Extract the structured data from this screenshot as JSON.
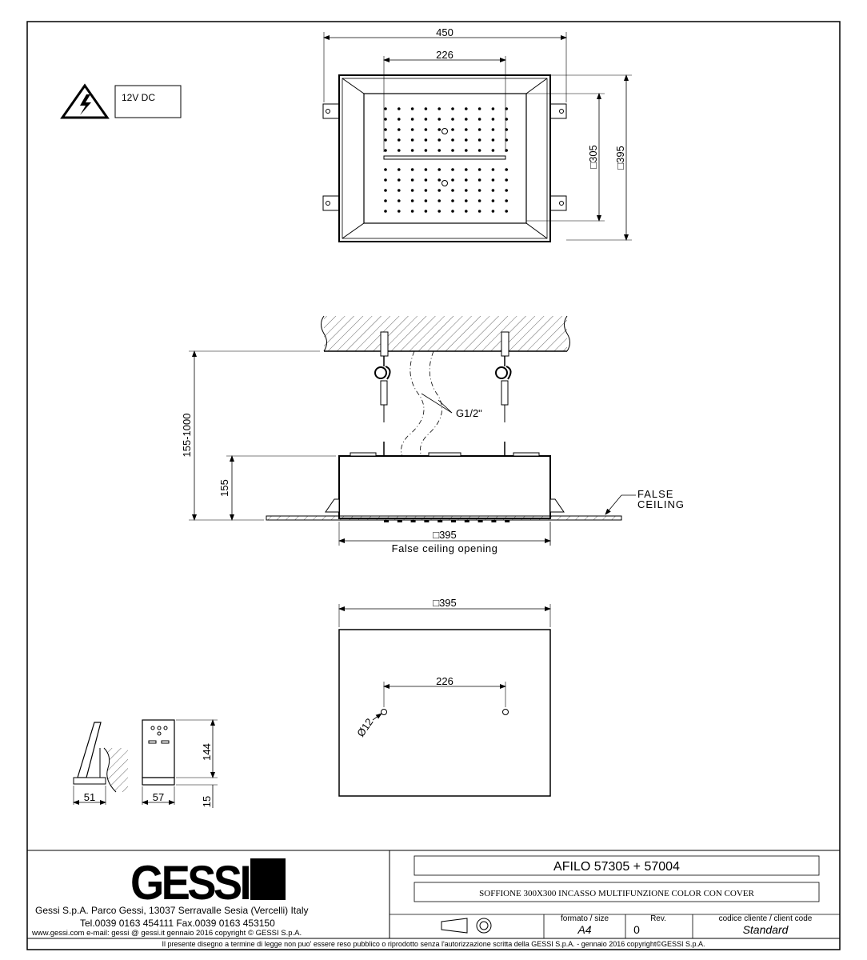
{
  "warning": {
    "voltage": "12V DC",
    "icon": "high-voltage-warning-icon"
  },
  "top_view": {
    "width": "450",
    "inner_spacing": "226",
    "inner_size": "□305",
    "outer_size": "□395"
  },
  "side_view": {
    "suspension_range": "155-1000",
    "height": "155",
    "connection": "G1/2ʺ",
    "false_ceiling": "FALSE",
    "false_ceiling_2": "CEILING",
    "opening_size": "□395",
    "opening_label": "False  ceiling  opening"
  },
  "cover_view": {
    "size": "□395",
    "hole_spacing": "226",
    "hole_diameter": "Ø12"
  },
  "control_views": {
    "depth": "51",
    "width": "57",
    "height": "144",
    "base": "15"
  },
  "title_block": {
    "logo": "GESSI",
    "company_address": "Gessi  S.p.A.  Parco  Gessi,  13037  Serravalle  Sesia  (Vercelli)  Italy",
    "phone_fax": "Tel.0039   0163   454111   Fax.0039   0163   453150",
    "web_line": "www.gessi.com   e-mail:  gessi @ gessi.it     gennaio  2016     copyright © GESSI  S.p.A.",
    "product_code": "AFILO  57305 + 57004",
    "description": "SOFFIONE 300X300 INCASSO MULTIFUNZIONE COLOR CON COVER",
    "format_label": "formato  /  size",
    "format_value": "A4",
    "rev_label": "Rev.",
    "rev_value": "0",
    "client_label": "codice  cliente  /  client  code",
    "client_value": "Standard",
    "disclaimer": "Il  presente  disegno  a  termine  di  legge  non  puo'  essere  reso  pubblico  o  riprodotto  senza  l'autorizzazione  scritta  della  GESSI  S.p.A.  -  gennaio  2016   copyright©GESSI  S.p.A."
  }
}
